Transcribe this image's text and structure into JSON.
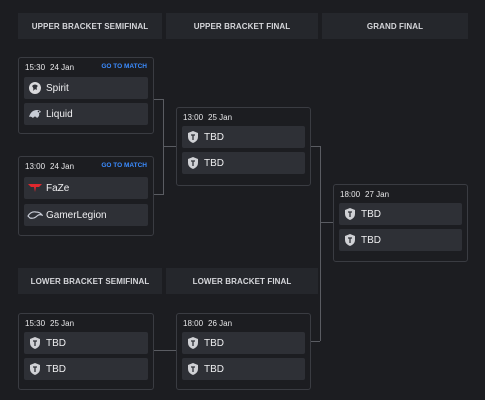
{
  "headers": {
    "upper_semifinal": "UPPER BRACKET SEMIFINAL",
    "upper_final": "UPPER BRACKET FINAL",
    "grand_final": "GRAND FINAL",
    "lower_semifinal": "LOWER BRACKET SEMIFINAL",
    "lower_final": "LOWER BRACKET FINAL"
  },
  "matches": {
    "ub_semi_1": {
      "time": "15:30",
      "date": "24 Jan",
      "link": "GO TO MATCH",
      "teams": [
        "Spirit",
        "Liquid"
      ]
    },
    "ub_semi_2": {
      "time": "13:00",
      "date": "24 Jan",
      "link": "GO TO MATCH",
      "teams": [
        "FaZe",
        "GamerLegion"
      ]
    },
    "ub_final": {
      "time": "13:00",
      "date": "25 Jan",
      "teams": [
        "TBD",
        "TBD"
      ]
    },
    "grand_final": {
      "time": "18:00",
      "date": "27 Jan",
      "teams": [
        "TBD",
        "TBD"
      ]
    },
    "lb_semi": {
      "time": "15:30",
      "date": "25 Jan",
      "teams": [
        "TBD",
        "TBD"
      ]
    },
    "lb_final": {
      "time": "18:00",
      "date": "26 Jan",
      "teams": [
        "TBD",
        "TBD"
      ]
    }
  },
  "icons": {
    "spirit": "spirit-dragon-icon",
    "liquid": "liquid-horse-icon",
    "faze": "faze-wings-icon",
    "gamerlegion": "gamerlegion-icon",
    "tbd": "tbd-shield-icon"
  },
  "colors": {
    "background": "#1c1d21",
    "header": "#25272c",
    "row": "#2e3036",
    "link": "#3b8cff",
    "faze": "#e0282e"
  }
}
